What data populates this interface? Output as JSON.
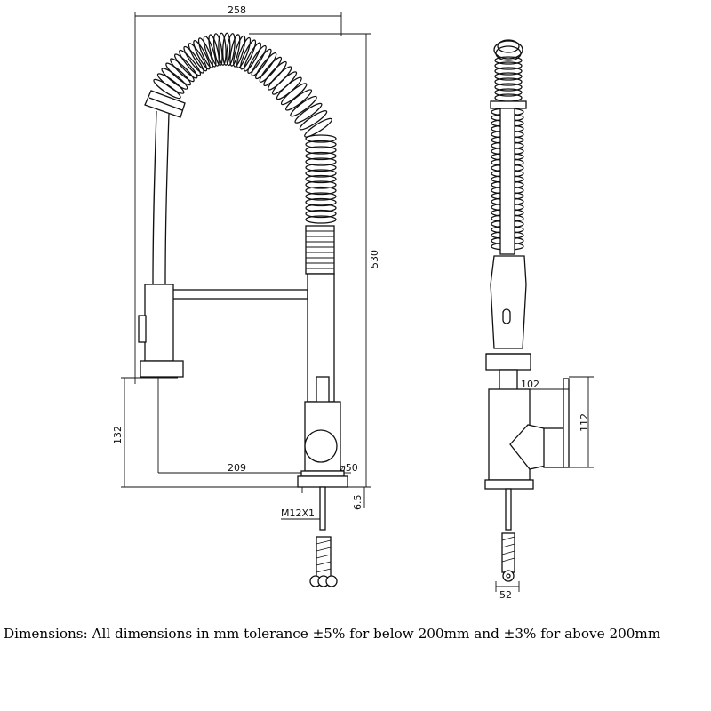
{
  "figure": {
    "dimensions": {
      "overall_width": "258",
      "overall_height": "530",
      "base_height": "132",
      "spout_reach": "209",
      "base_diameter": "ø50",
      "plate_thickness": "6.5",
      "thread": "M12X1",
      "side_reach": "102",
      "side_height": "112",
      "side_nut": "52"
    },
    "caption": "Dimensions: All dimensions in mm tolerance ±5% for below 200mm and ±3% for above 200mm"
  }
}
